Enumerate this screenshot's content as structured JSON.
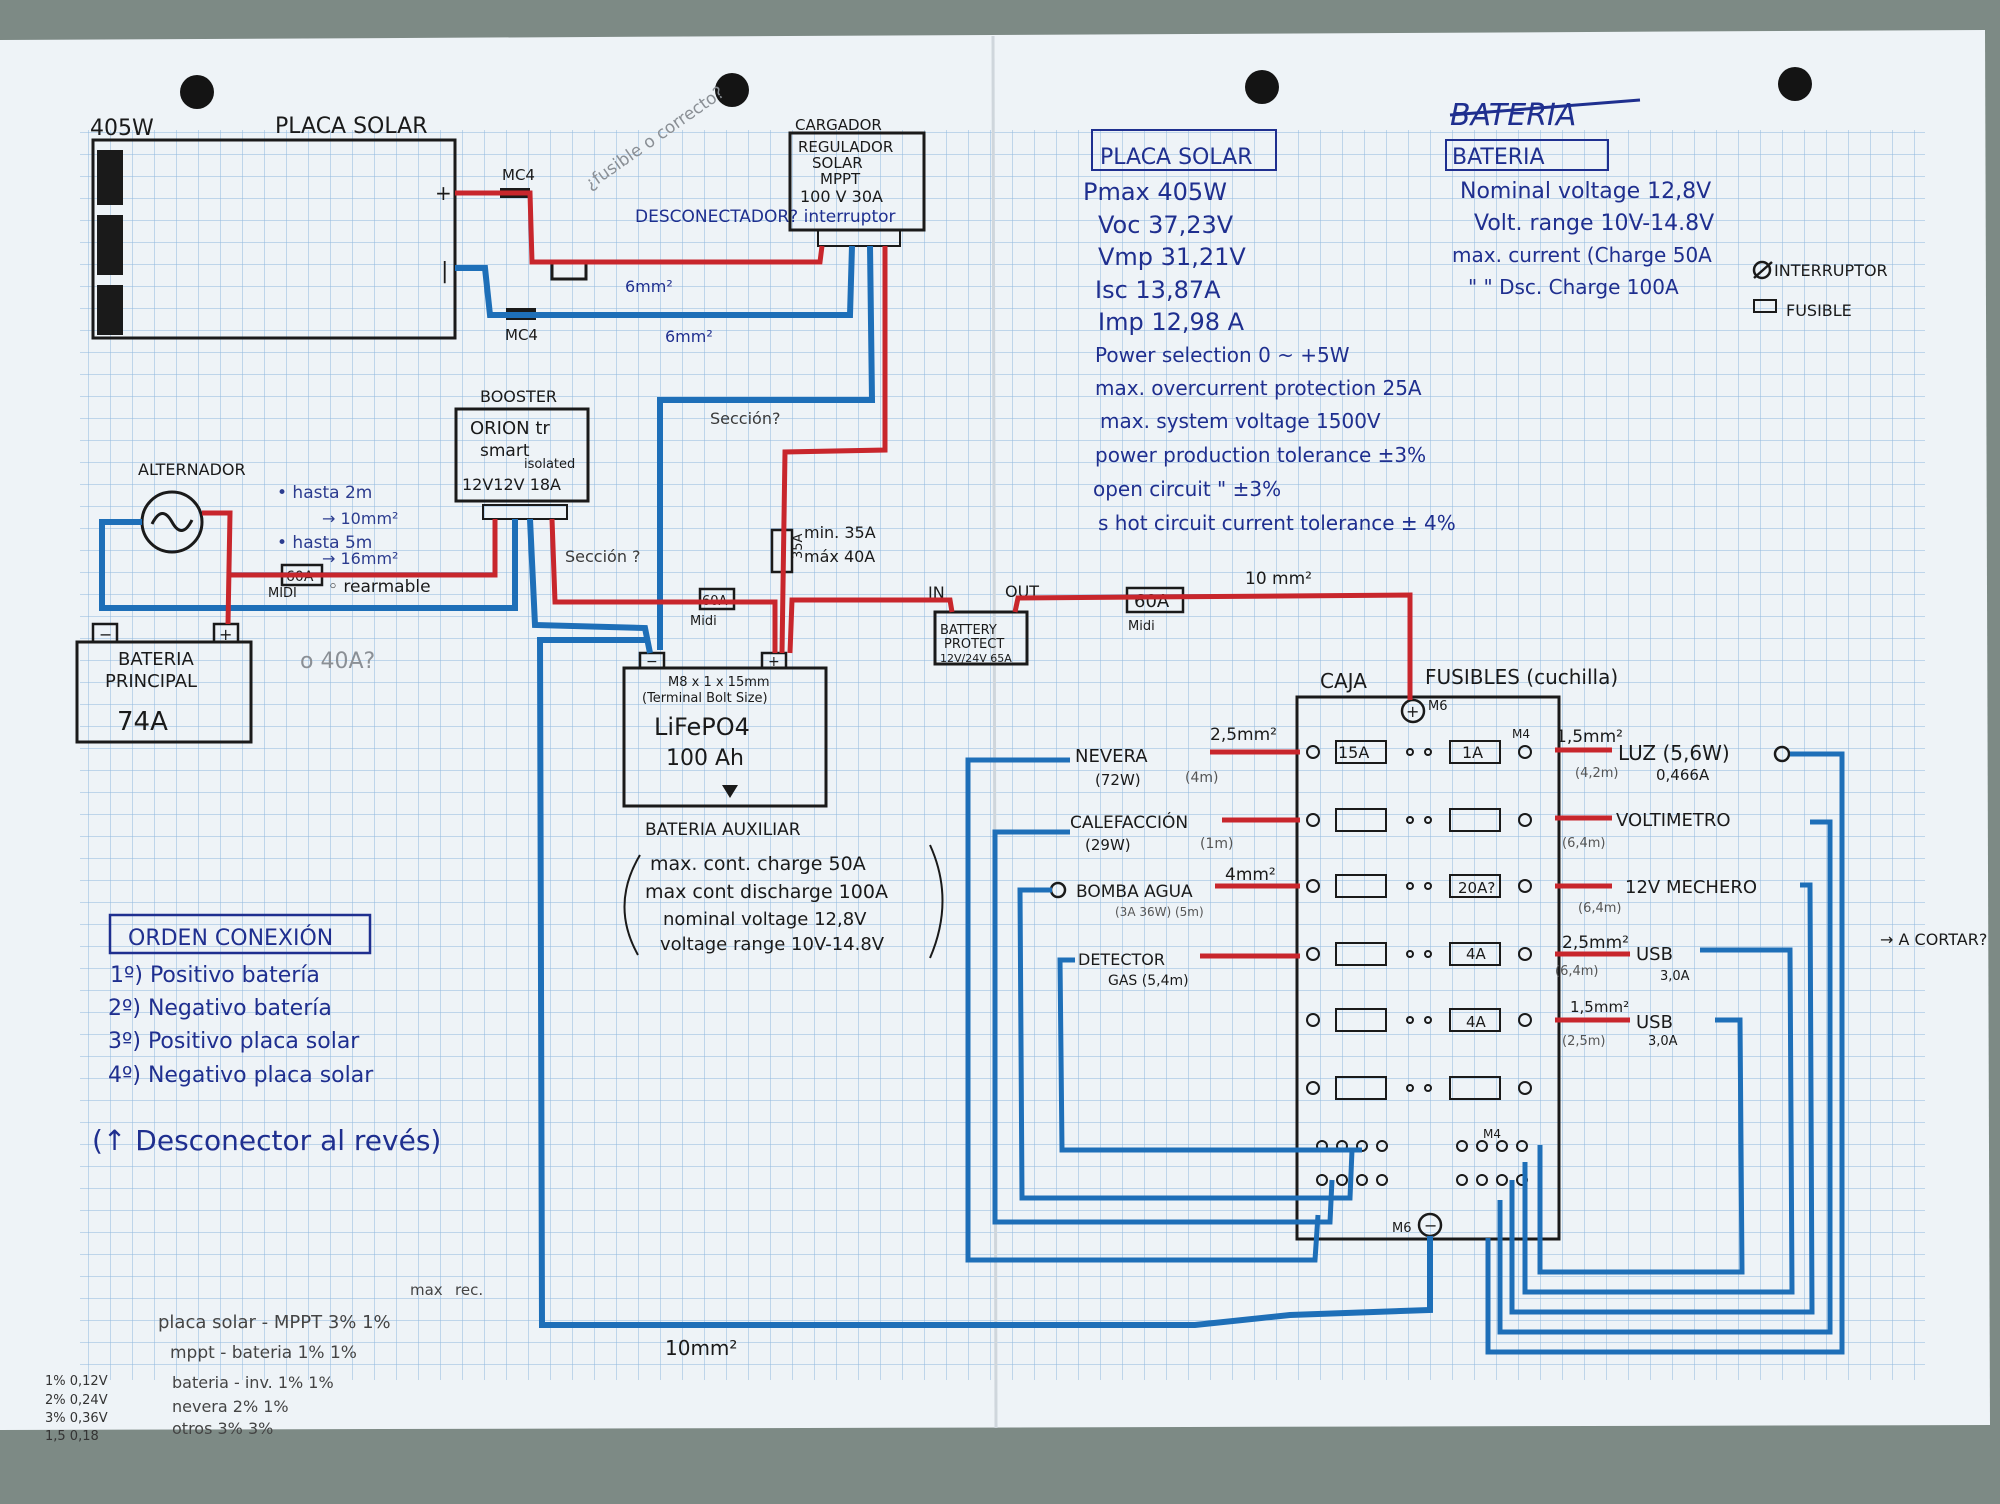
{
  "colors": {
    "paper": "#eef3f7",
    "grid": "#8fb7de",
    "ink": "#1f2f8f",
    "black_ink": "#1a1a1a",
    "positive_wire": "#c8262c",
    "negative_wire": "#1e6fb8",
    "pencil": "#8a8f95"
  },
  "solar_panel": {
    "power": "405W",
    "title": "PLACA SOLAR",
    "plus": "+",
    "minus": "|"
  },
  "mc4_top": "MC4",
  "mc4_bottom": "MC4",
  "disconnector_label": "DESCONECTADOR? interruptor",
  "pencil_note_top": "¿fusible o correcto?",
  "wire_6mm_1": "6mm²",
  "wire_6mm_2": "6mm²",
  "charger": {
    "title": "CARGADOR",
    "line1": "REGULADOR",
    "line2": "SOLAR",
    "line3": "MPPT",
    "line4": "100 V 30A"
  },
  "booster": {
    "title": "BOOSTER",
    "line1": "ORION tr",
    "line2": "smart",
    "line3": "isolated",
    "line4": "12V12V 18A"
  },
  "alternator": {
    "label": "ALTERNADOR"
  },
  "booster_notes": {
    "n1": "• hasta 2m",
    "n2": "→ 10mm²",
    "n3": "• hasta 5m",
    "n4": "→ 16mm²",
    "n5": "◦ rearmable"
  },
  "midi_60a_left": {
    "value": "60A",
    "type": "MIDI"
  },
  "pencil_40a": "o 40A?",
  "main_battery": {
    "title": "BATERIA",
    "line2": "PRINCIPAL",
    "capacity": "74A",
    "minus": "−",
    "plus": "+"
  },
  "seccion_top": "Sección?",
  "seccion_mid": "Sección ?",
  "fuse_35a": {
    "value": "35A",
    "min": "min. 35A",
    "max": "máx 40A"
  },
  "midi_60a_center": {
    "value": "60A",
    "type": "Midi"
  },
  "aux_battery": {
    "terminal": "M8 x 1 x 15mm",
    "terminal2": "(Terminal Bolt Size)",
    "chem": "LiFePO4",
    "capacity": "100 Ah",
    "minus": "−",
    "plus": "+",
    "label": "BATERIA AUXILIAR",
    "spec1": "max. cont. charge 50A",
    "spec2": "max cont discharge 100A",
    "spec3": "nominal voltage 12,8V",
    "spec4": "voltage range 10V-14.8V"
  },
  "battery_protect": {
    "in": "IN",
    "out": "OUT",
    "line1": "BATTERY",
    "line2": "PROTECT",
    "line3": "12V/24V 65A"
  },
  "midi_60a_right": {
    "value": "60A",
    "type": "Midi"
  },
  "wire_10mm_top": "10 mm²",
  "panel_specs": {
    "title": "PLACA SOLAR",
    "pmax": "Pmax 405W",
    "voc": "Voc 37,23V",
    "vmp": "Vmp 31,21V",
    "isc": "Isc 13,87A",
    "imp": "Imp 12,98 A",
    "l1": "Power selection 0 ~ +5W",
    "l2": "max. overcurrent protection 25A",
    "l3": "max. system voltage 1500V",
    "l4": "power production tolerance ±3%",
    "l5": "open circuit \" ±3%",
    "l6": "s hot circuit current tolerance ± 4%"
  },
  "battery_specs": {
    "scribble": "BATERIA",
    "title": "BATERIA",
    "l1": "Nominal voltage 12,8V",
    "l2": "Volt. range 10V-14.8V",
    "l3": "max. current (Charge 50A",
    "l4": "\" \" Dsc. Charge 100A"
  },
  "legend": {
    "switch": "INTERRUPTOR",
    "fuse": "FUSIBLE"
  },
  "fuse_box": {
    "caja": "CAJA",
    "fusibles": "FUSIBLES (cuchilla)",
    "m6_top": "M6",
    "m6_bottom": "M6",
    "m4_top": "M4",
    "m4_bottom": "M4",
    "fuse_15a": "15A",
    "fuse_1a": "1A",
    "fuse_20a": "20A?",
    "fuse_4a_1": "4A",
    "fuse_4a_2": "4A"
  },
  "loads_left": {
    "nevera": "NEVERA",
    "nevera_sub": "(72W)",
    "nevera_len": "(4m)",
    "wire_25": "2,5mm²",
    "calef": "CALEFACCIÓN",
    "calef_sub": "(29W)",
    "calef_len": "(1m)",
    "bomba": "BOMBA AGUA",
    "bomba_sub": "(3A 36W) (5m)",
    "wire_4": "4mm²",
    "detector": "DETECTOR",
    "detector_sub": "GAS (5,4m)"
  },
  "loads_right": {
    "wire_15": "1,5mm²",
    "luz": "LUZ (5,6W)",
    "luz_len": "(4,2m)",
    "luz_amp": "0,466A",
    "voltimetro": "VOLTIMETRO",
    "volt_len": "(6,4m)",
    "mechero": "12V MECHERO",
    "mech_len": "(6,4m)",
    "wire_25r": "2,5mm²",
    "usb1": "USB",
    "usb1_len": "(6,4m)",
    "usb1_amp": "3,0A",
    "acortar": "→ A CORTAR?",
    "wire_15b": "1,5mm²",
    "usb2": "USB",
    "usb2_len": "(2,5m)",
    "usb2_amp": "3,0A"
  },
  "orden": {
    "title": "ORDEN CONEXIÓN",
    "s1": "1º) Positivo batería",
    "s2": "2º) Negativo batería",
    "s3": "3º) Positivo placa solar",
    "s4": "4º) Negativo placa solar",
    "note": "(↑ Desconector al revés)"
  },
  "wire_10mm_bottom": "10mm²",
  "loss_table": {
    "h_max": "max",
    "h_rec": "rec.",
    "r1": "placa solar - MPPT 3% 1%",
    "r2": "mppt - bateria 1% 1%",
    "r3": "bateria - inv. 1% 1%",
    "r4": "nevera 2% 1%",
    "r5": "otros 3% 3%"
  },
  "volt_drop": {
    "v1": "1% 0,12V",
    "v2": "2% 0,24V",
    "v3": "3% 0,36V",
    "v4": "1,5 0,18"
  }
}
